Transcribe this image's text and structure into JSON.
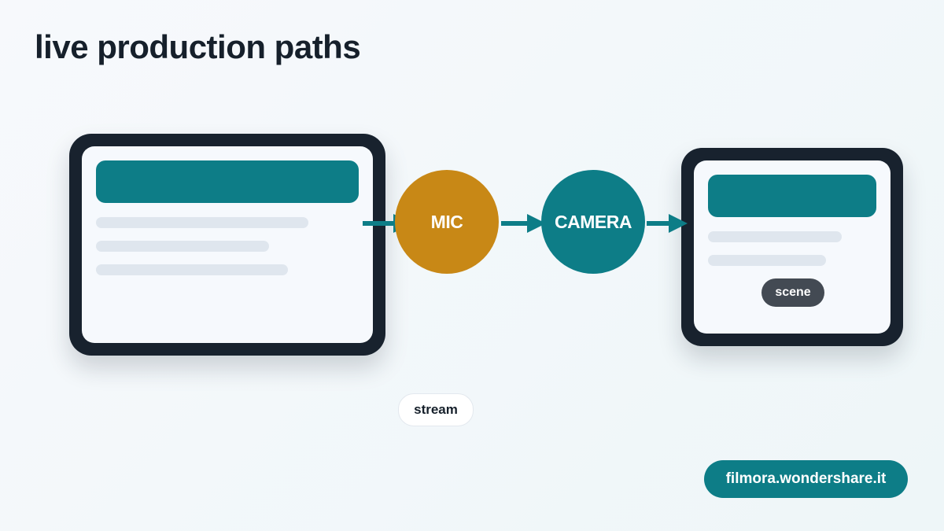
{
  "title": "live production paths",
  "nodes": {
    "mic": "MIC",
    "camera": "CAMERA"
  },
  "labels": {
    "scene": "scene",
    "stream": "stream"
  },
  "watermark": "filmora.wondershare.it",
  "colors": {
    "teal": "#0d7d87",
    "amber": "#c88816",
    "dark_frame": "#18222e",
    "badge_gray": "#434a53"
  }
}
